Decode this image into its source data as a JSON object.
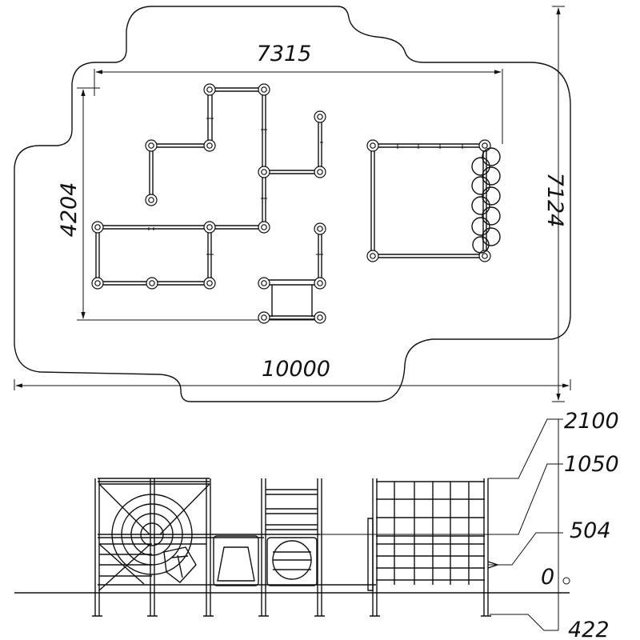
{
  "plan_dimensions": {
    "width_inner": "7315",
    "height_inner": "4204",
    "height_total": "7124",
    "width_total": "10000"
  },
  "elevation_marks": {
    "top": "2100",
    "mid": "1050",
    "low": "504",
    "ground": "0",
    "depth": "422"
  },
  "colors": {
    "line": "#111111",
    "background": "#ffffff"
  }
}
